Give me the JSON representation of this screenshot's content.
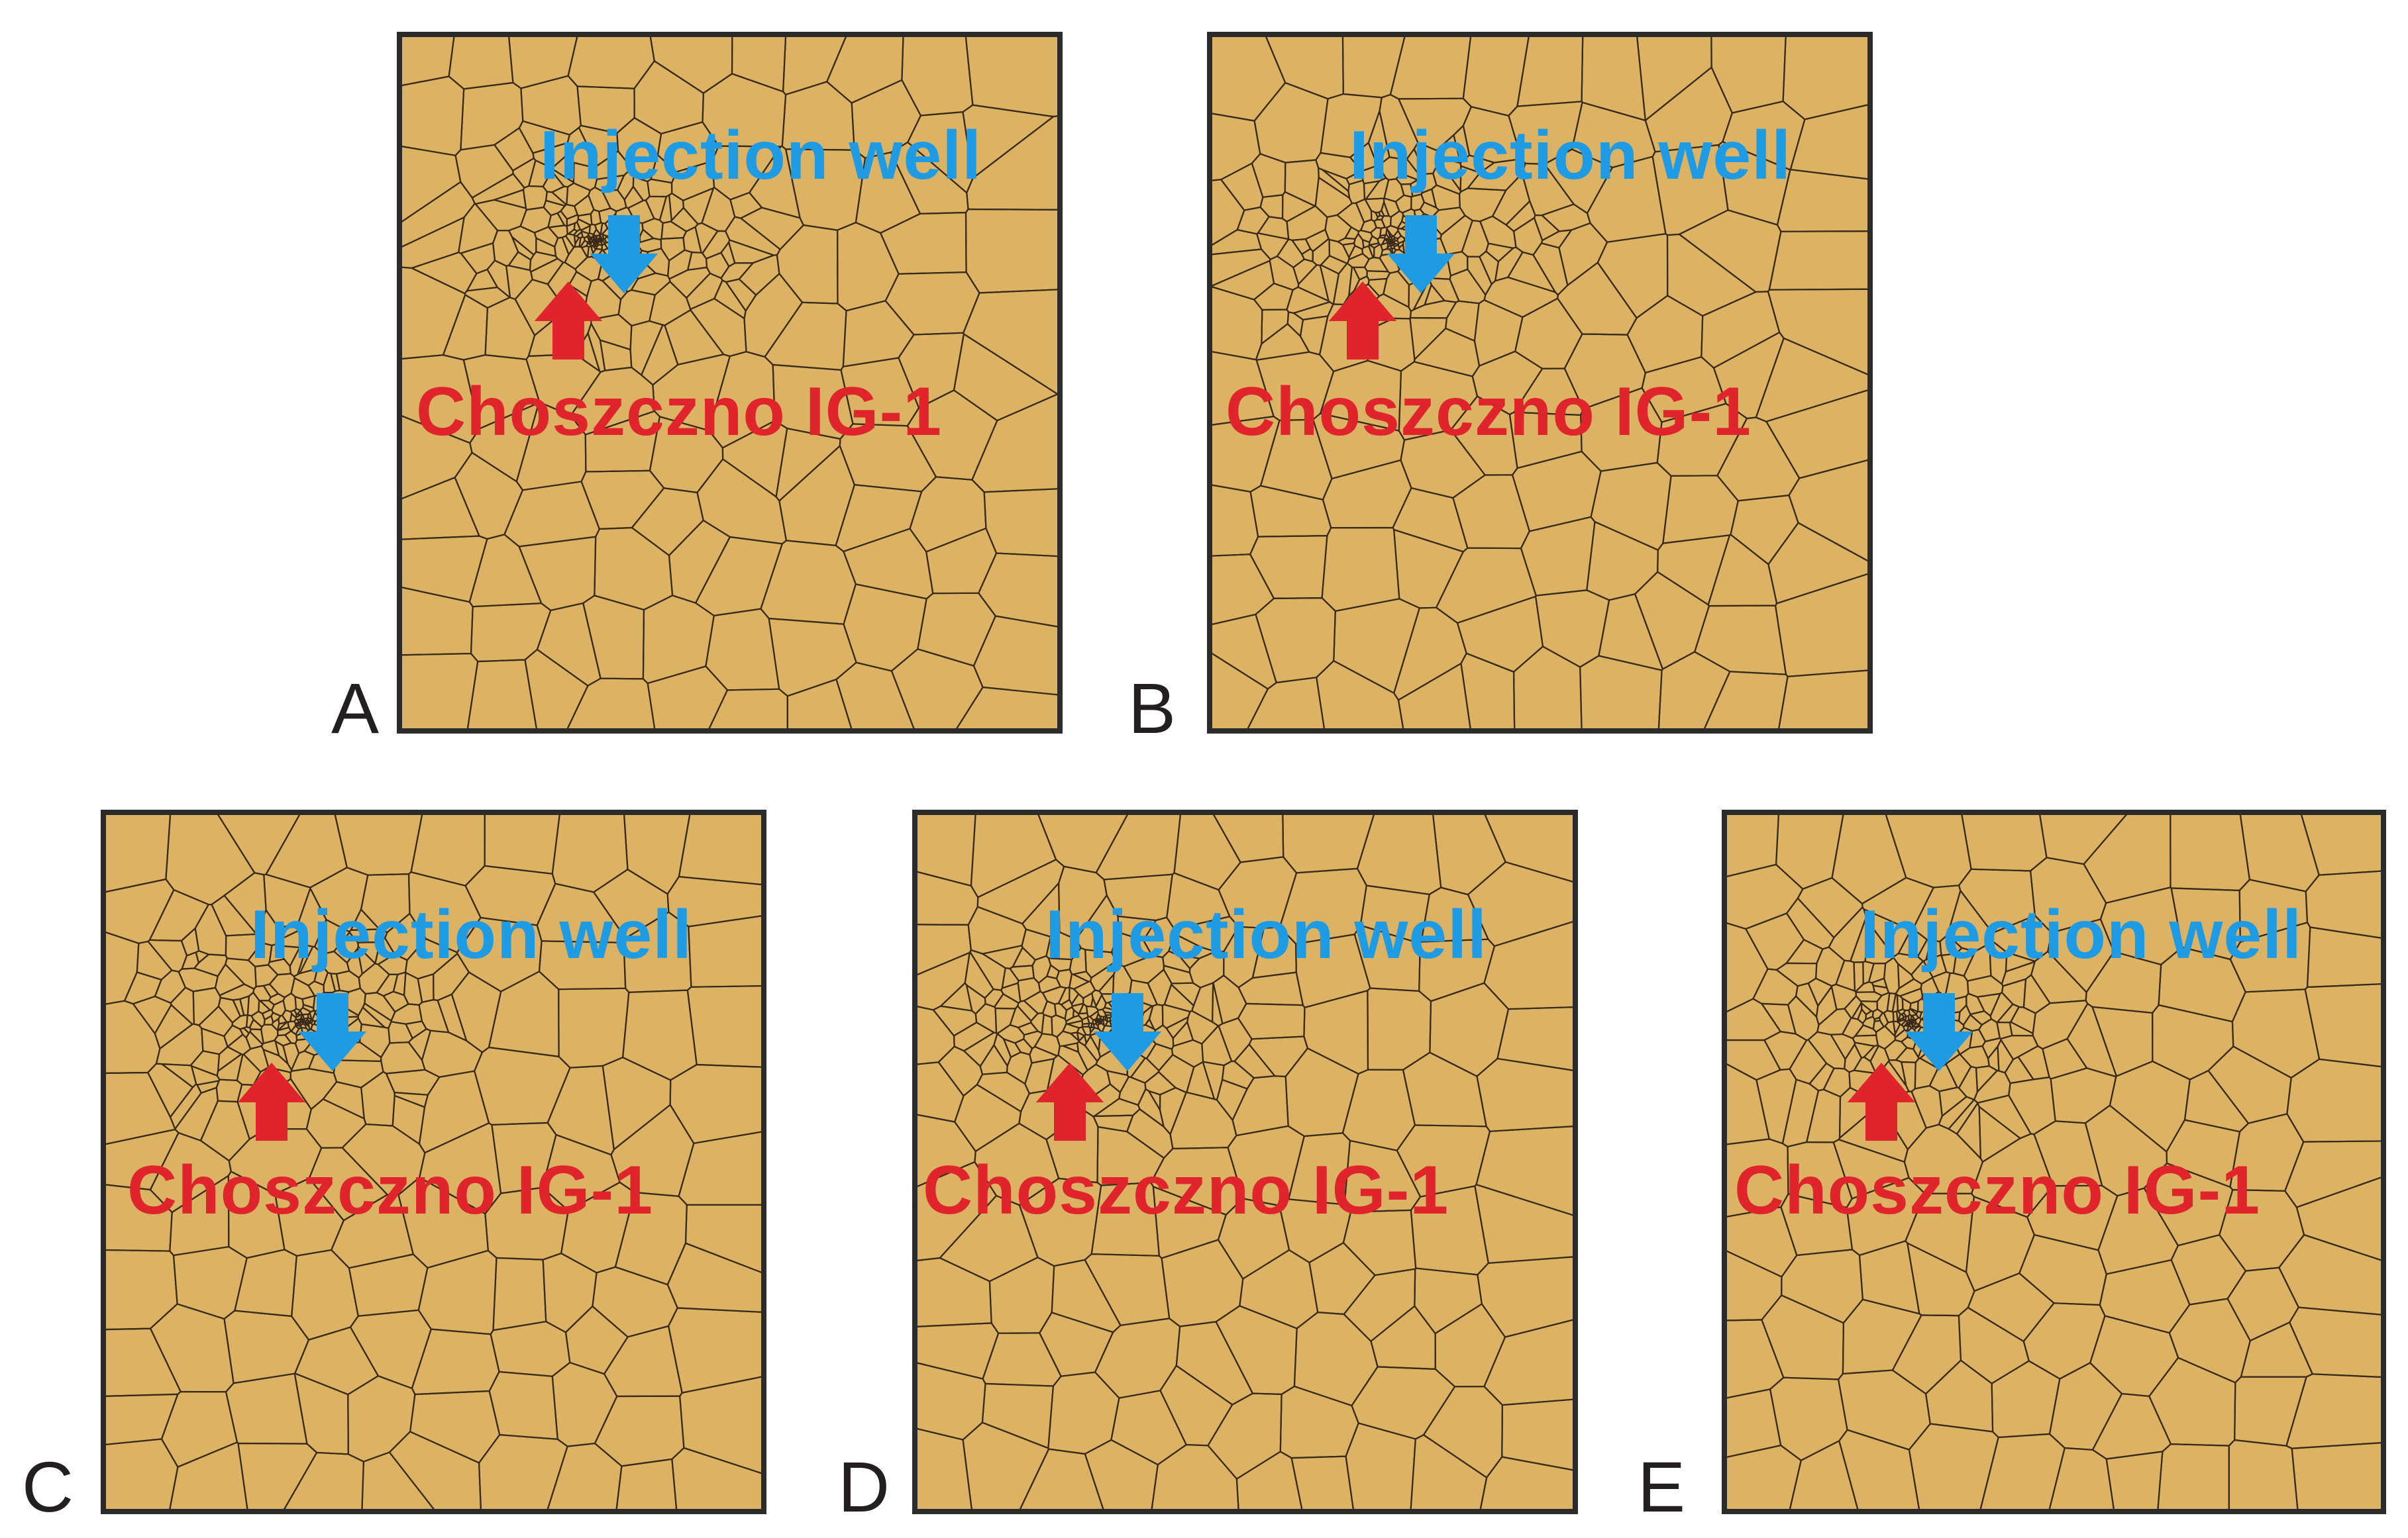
{
  "colors": {
    "cell_fill": "#dcb265",
    "cell_line": "#3a2a1a",
    "frame": "#2b2b2b",
    "injection": "#1f9be3",
    "well": "#e0242c",
    "panel_label": "#231f20"
  },
  "injection_label": "Injection well",
  "well_label": "Choszczno IG-1",
  "panels": [
    {
      "id": "A",
      "label": "A",
      "injection_label": "Injection well",
      "well_label": "Choszczno IG-1",
      "injection_icon": "arrow-down-icon",
      "well_icon": "arrow-up-icon"
    },
    {
      "id": "B",
      "label": "B",
      "injection_label": "Injection well",
      "well_label": "Choszczno IG-1",
      "injection_icon": "arrow-down-icon",
      "well_icon": "arrow-up-icon"
    },
    {
      "id": "C",
      "label": "C",
      "injection_label": "Injection well",
      "well_label": "Choszczno IG-1",
      "injection_icon": "arrow-down-icon",
      "well_icon": "arrow-up-icon"
    },
    {
      "id": "D",
      "label": "D",
      "injection_label": "Injection well",
      "well_label": "Choszczno IG-1",
      "injection_icon": "arrow-down-icon",
      "well_icon": "arrow-up-icon"
    },
    {
      "id": "E",
      "label": "E",
      "injection_label": "Injection well",
      "well_label": "Choszczno IG-1",
      "injection_icon": "arrow-down-icon",
      "well_icon": "arrow-up-icon"
    }
  ]
}
